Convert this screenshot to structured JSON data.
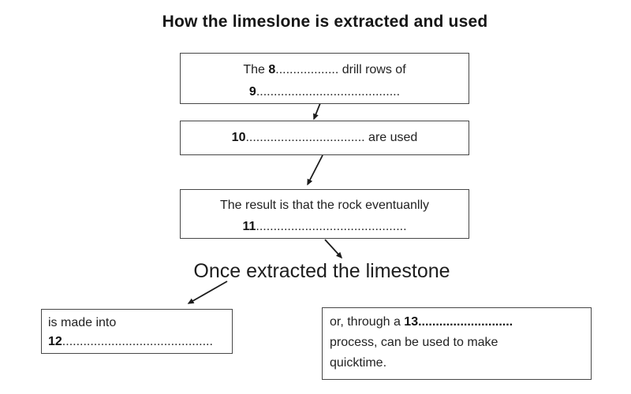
{
  "title": "How the limeslone is extracted and used",
  "subtitle": "Once extracted the limestone",
  "boxes": {
    "box1": {
      "before_q8": "The ",
      "q8_num": "8",
      "q8_dots": "..................",
      "after_q8": " drill rows of",
      "q9_num": "9",
      "q9_dots": "........................................."
    },
    "box2": {
      "q10_num": "10",
      "q10_dots": "..................................",
      "after_q10": " are used"
    },
    "box3": {
      "line1": "The result is that the rock eventuanlly",
      "q11_num": "11",
      "q11_dots": "..........................................."
    },
    "box4": {
      "line1": "is made into",
      "q12_num": "12",
      "q12_dots": "..........................................."
    },
    "box5": {
      "before_q13": "or, through a ",
      "q13_num": "13",
      "q13_dots": "...........................",
      "line2": "process, can be used to make",
      "line3": "quicktime."
    }
  },
  "arrows": [
    {
      "name": "step1-to-step2",
      "direction": "down"
    },
    {
      "name": "step2-to-step3",
      "direction": "down"
    },
    {
      "name": "step3-to-subtitle",
      "direction": "down-right"
    },
    {
      "name": "subtitle-to-made-into-box",
      "direction": "down-left"
    }
  ],
  "colors": {
    "background": "#ffffff",
    "text": "#1c1c1c",
    "box_border": "#474747",
    "arrow": "#1c1c1c"
  }
}
